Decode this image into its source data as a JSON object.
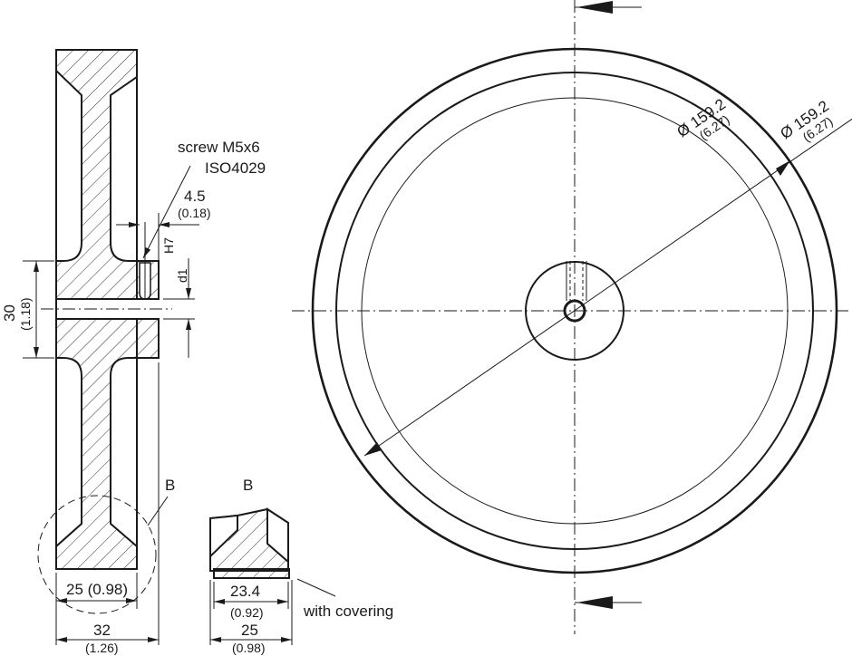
{
  "side_view": {
    "screw_label_line1": "screw M5x6",
    "screw_label_line2": "ISO4029",
    "dim_screw_offset": "4.5",
    "dim_screw_offset_in": "(0.18)",
    "tolerance_label": "H7",
    "bore_label": "d1",
    "dim_hub": "30",
    "dim_hub_in": "(1.18)",
    "dim_tread": "25 (0.98)",
    "dim_total": "32",
    "dim_total_in": "(1.26)",
    "detail_marker": "B"
  },
  "detail_view": {
    "title": "B",
    "dim_covering": "23.4",
    "dim_covering_in": "(0.92)",
    "dim_width": "25",
    "dim_width_in": "(0.98)",
    "covering_note": "with covering"
  },
  "front_view": {
    "dim_inner_diameter": "Ø 159.2",
    "dim_inner_diameter_in": "(6.27)",
    "dim_outer_diameter": "Ø 159.2",
    "dim_outer_diameter_in": "(6.27)"
  }
}
